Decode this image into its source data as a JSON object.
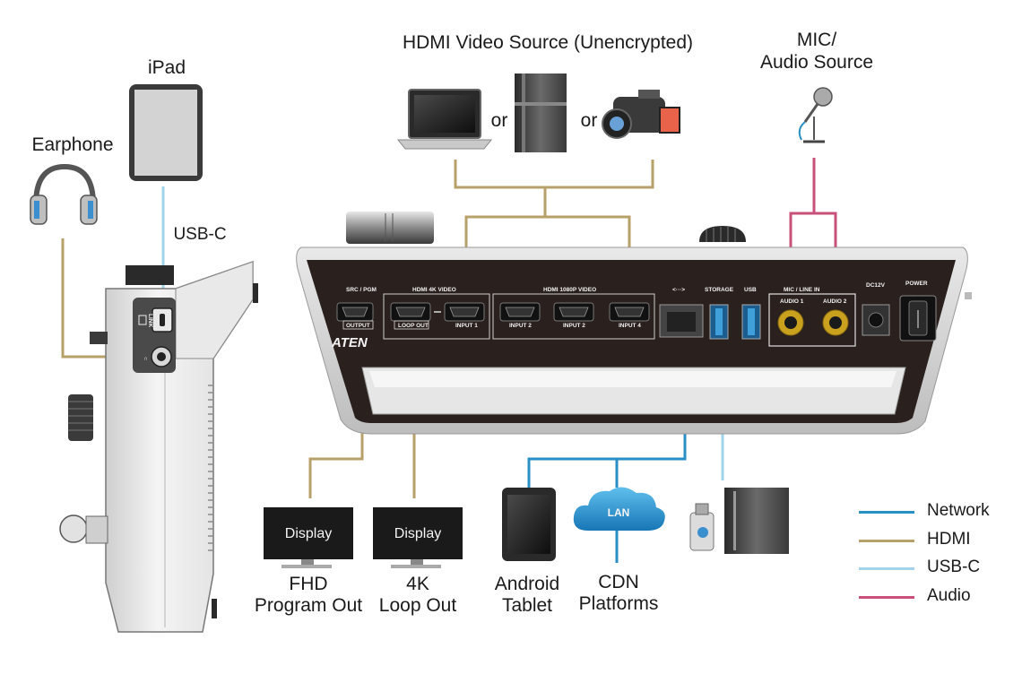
{
  "labels": {
    "hdmi_source": "HDMI Video Source (Unencrypted)",
    "mic_source_1": "MIC/",
    "mic_source_2": "Audio Source",
    "ipad": "iPad",
    "earphone": "Earphone",
    "usbc": "USB-C",
    "or1": "or",
    "or2": "or",
    "fhd_1": "FHD",
    "fhd_2": "Program Out",
    "loop_1": "4K",
    "loop_2": "Loop Out",
    "android_1": "Android",
    "android_2": "Tablet",
    "cdn_1": "CDN",
    "cdn_2": "Platforms",
    "display_1": "Display",
    "display_2": "Display",
    "lan": "LAN"
  },
  "panel": {
    "src_pgm": "SRC / PGM",
    "output": "OUTPUT",
    "hdmi4k": "HDMI 4K VIDEO",
    "hdmi1080": "HDMI 1080P VIDEO",
    "loop_out": "LOOP OUT",
    "input1": "INPUT 1",
    "input2a": "INPUT 2",
    "input2b": "INPUT 2",
    "input4": "INPUT 4",
    "net_icon": "<···>",
    "storage": "STORAGE",
    "usb": "USB",
    "mic_line": "MIC / LINE IN",
    "audio1": "AUDIO 1",
    "audio2": "AUDIO 2",
    "dc12v": "DC12V",
    "power": "POWER",
    "brand": "ATEN",
    "link": "LINK"
  },
  "legend": [
    {
      "name": "Network",
      "color": "#2a8fc4"
    },
    {
      "name": "HDMI",
      "color": "#b8a06a"
    },
    {
      "name": "USB-C",
      "color": "#9fd4ea"
    },
    {
      "name": "Audio",
      "color": "#c8507a"
    }
  ]
}
